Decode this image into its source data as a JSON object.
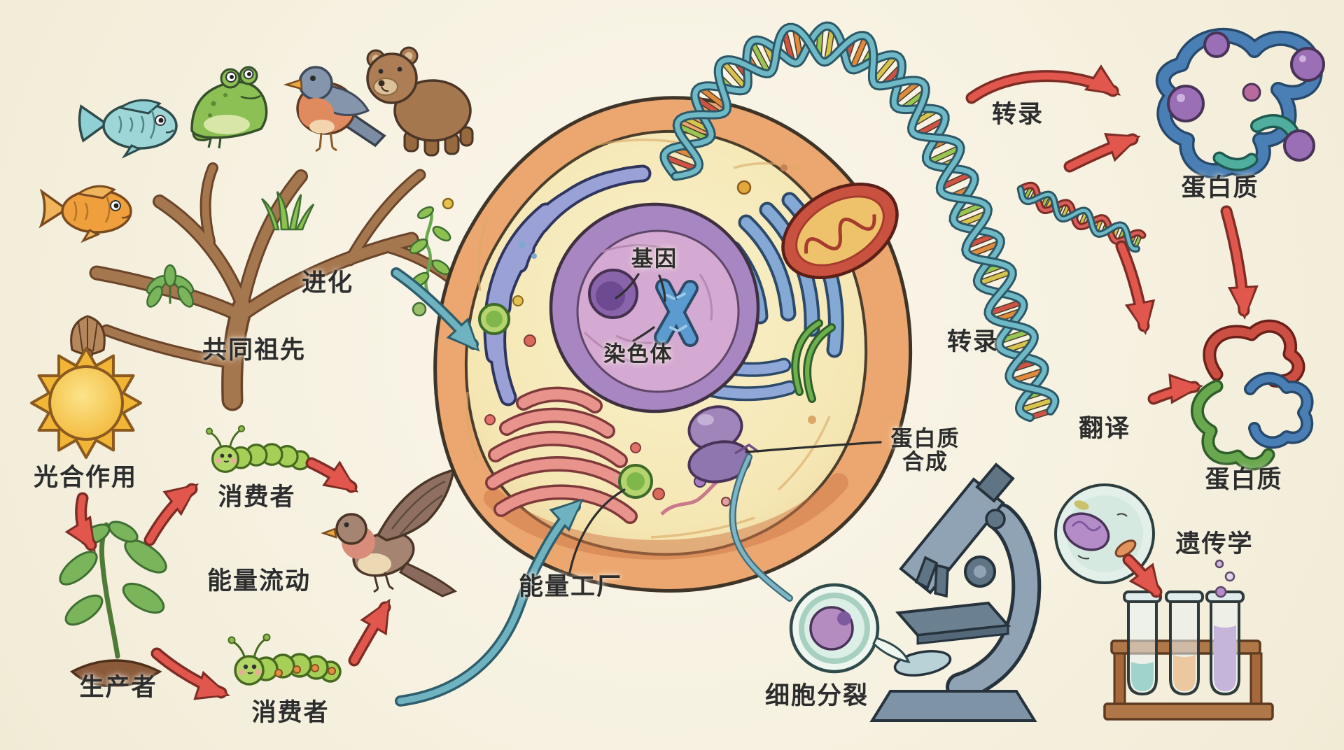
{
  "labels": {
    "evolution": "进化",
    "common_ancestor": "共同祖先",
    "photosynthesis": "光合作用",
    "consumer_top": "消费者",
    "energy_flow": "能量流动",
    "producer": "生产者",
    "consumer_bottom": "消费者",
    "gene": "基因",
    "chromosome": "染色体",
    "energy_factory": "能量工厂",
    "protein_synthesis_line1": "蛋白质",
    "protein_synthesis_line2": "合成",
    "transcription_top": "转录",
    "transcription_mid": "转录",
    "translation": "翻译",
    "protein_top": "蛋白质",
    "protein_mid": "蛋白质",
    "cell_division": "细胞分裂",
    "genetics": "遗传学"
  },
  "palette": {
    "background": "#f7f3e4",
    "ink": "#2d2d2d",
    "arrow_red": "#e2574d",
    "arrow_red_dark": "#7e2d25",
    "arrow_teal": "#6fb3c0",
    "arrow_teal_dark": "#2e5e6d",
    "dna_strand": "#6fb9c6",
    "dna_strand_dark": "#2c5766",
    "mrna_red": "#d9605a",
    "mrna_red_dark": "#7e2d25",
    "rung_colors": [
      "#cf5345",
      "#e08a3c",
      "#97c653",
      "#d6c44e"
    ],
    "cell_membrane": "#eba76f",
    "cytoplasm": "#f7edc2",
    "nucleus": "#d4a9d2",
    "nucleolus": "#6d4a92",
    "chromosome_blue": "#5b9bd0",
    "er_purple": "#9aa1d6",
    "golgi_red": "#e8938c",
    "mitochondrion_red": "#c9513f",
    "mitochondrion_inner": "#eec26a",
    "vesicle_green": "#7fb74a",
    "sun_yellow": "#f2b636",
    "plant_green": "#7ab55c",
    "caterpillar_green": "#a6cf58",
    "tree_brown": "#a5774f",
    "microscope_gray": "#8fa3b5",
    "tube_teal": "#49ada0",
    "tube_orange": "#f0953f",
    "tube_purple": "#9b6bbf",
    "rack_brown": "#b07848"
  },
  "scene": [
    "sun",
    "seedling-plant",
    "caterpillars",
    "flying-bird",
    "fish",
    "frog",
    "robin",
    "bear",
    "goldfish",
    "scallop-shell",
    "phylogenetic-tree",
    "grass",
    "seaweed",
    "animal-cell",
    "nucleus",
    "chromosome",
    "mitochondrion",
    "golgi-apparatus",
    "endoplasmic-reticulum",
    "ribosome",
    "dna-double-helix",
    "mrna",
    "protein-structures",
    "microscope",
    "dividing-cell",
    "genetics-test-tubes"
  ]
}
